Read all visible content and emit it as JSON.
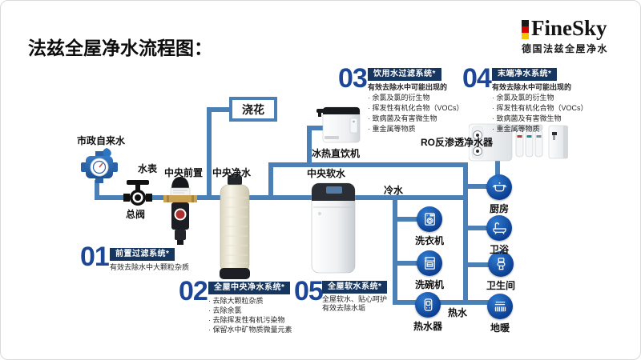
{
  "title": "法兹全屋净水流程图：",
  "brand": {
    "name": "FineSky",
    "subtitle": "德国法兹全屋净水",
    "flag_colors": [
      "#1a1a1a",
      "#d30000",
      "#f5c400"
    ]
  },
  "colors": {
    "pipe": "#4a80b5",
    "section_number": "#1d4796",
    "section_bar_bg": "#17365f",
    "node_fill": "#0d47a1"
  },
  "labels": {
    "source": "市政自来水",
    "water_meter": "水表",
    "main_valve": "总阀",
    "central_prefilter": "中央前置",
    "central_purifier": "中央净水",
    "central_softener": "中央软水",
    "watering": "浇花",
    "drinking_machine": "冰热直饮机",
    "ro_purifier": "RO反渗透净水器",
    "cold_water": "冷水",
    "hot_water": "热水"
  },
  "sections": [
    {
      "number": "01",
      "title": "前置过滤系统*",
      "lines": [
        "有效去除水中大颗粒杂质"
      ]
    },
    {
      "number": "02",
      "title": "全屋中央净水系统*",
      "lines": [
        "· 去除大颗粒杂质",
        "· 去除余氯",
        "· 去除挥发性有机污染物",
        "· 保留水中矿物质微量元素"
      ]
    },
    {
      "number": "03",
      "title": "饮用水过滤系统*",
      "lines": [
        "有效去除水中可能出现的",
        "· 余氯及氯的衍生物",
        "· 挥发性有机化合物（VOCs）",
        "· 致病菌及有害微生物",
        "· 重金属等物质"
      ]
    },
    {
      "number": "04",
      "title": "末端净水系统*",
      "lines": [
        "有效去除水中可能出现的",
        "· 余氯及氯的衍生物",
        "· 挥发性有机化合物（VOCs）",
        "· 致病菌及有害微生物",
        "· 重金属等物质"
      ]
    },
    {
      "number": "05",
      "title": "全屋软水系统*",
      "lines": [
        "全屋软水、贴心呵护",
        "有效去除水垢"
      ]
    }
  ],
  "nodes": [
    {
      "id": "kitchen",
      "label": "厨房",
      "icon": "pot-icon"
    },
    {
      "id": "bath",
      "label": "卫浴",
      "icon": "bathtub-icon"
    },
    {
      "id": "toilet",
      "label": "卫生间",
      "icon": "toilet-icon"
    },
    {
      "id": "washer",
      "label": "洗衣机",
      "icon": "washing-machine-icon"
    },
    {
      "id": "dishwasher",
      "label": "洗碗机",
      "icon": "dishwasher-icon"
    },
    {
      "id": "heater",
      "label": "热水器",
      "icon": "water-heater-icon"
    },
    {
      "id": "floor_heating",
      "label": "地暖",
      "icon": "radiator-icon"
    }
  ]
}
